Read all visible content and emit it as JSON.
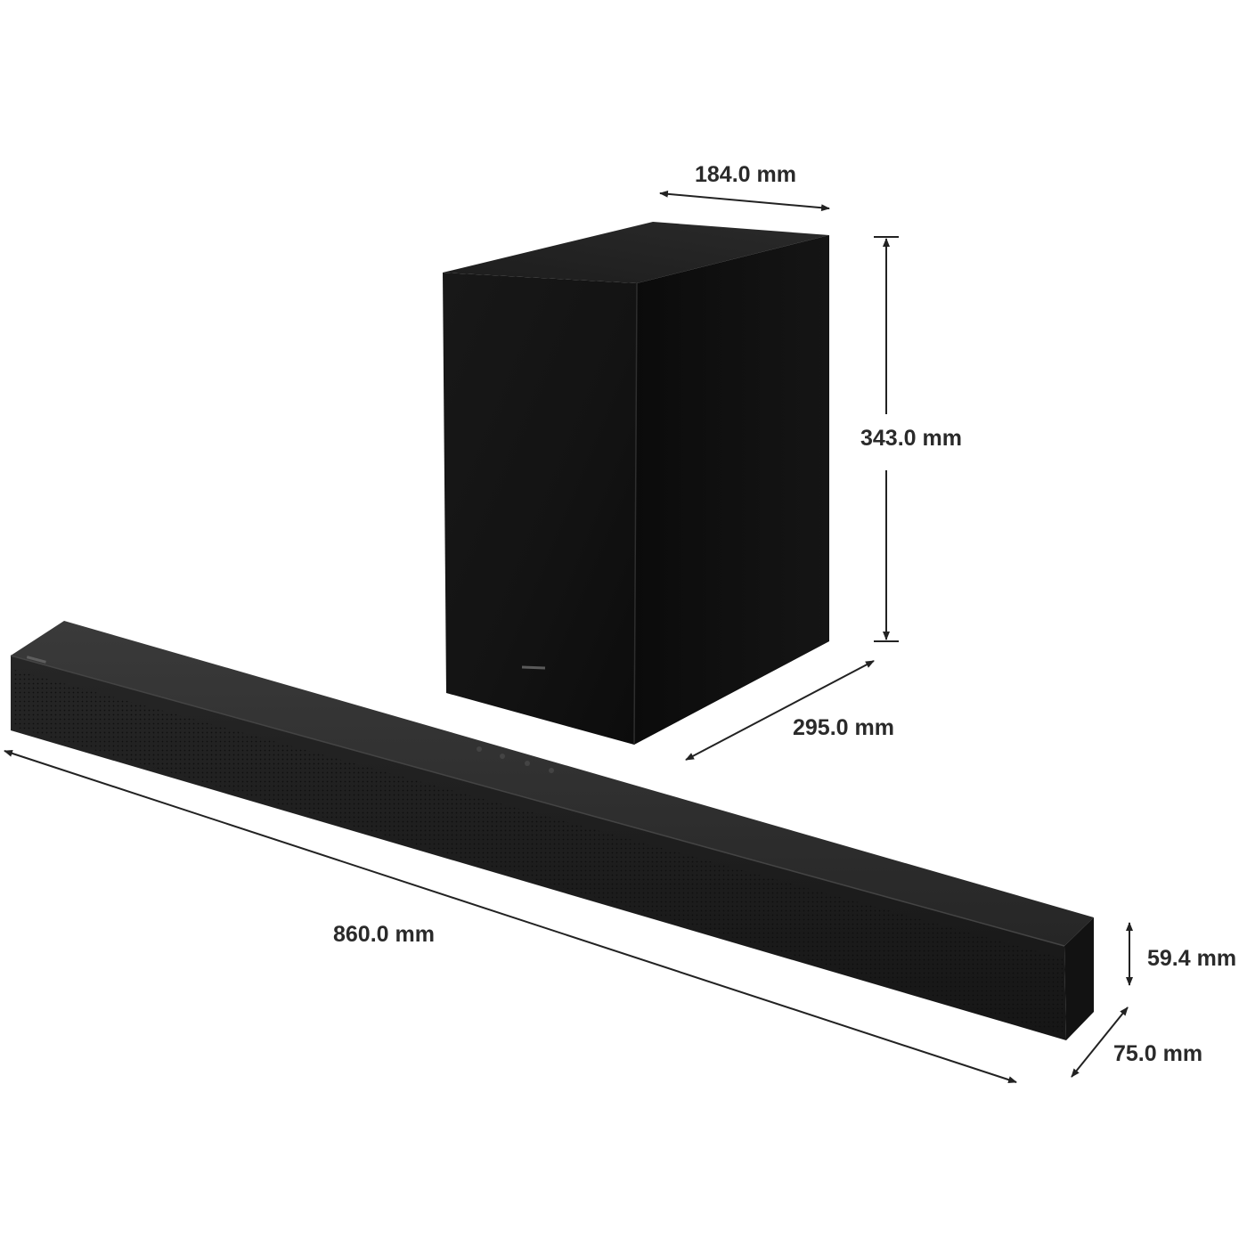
{
  "subwoofer": {
    "width_label": "184.0 mm",
    "height_label": "343.0 mm",
    "depth_label": "295.0 mm"
  },
  "soundbar": {
    "length_label": "860.0 mm",
    "height_label": "59.4 mm",
    "depth_label": "75.0 mm"
  },
  "colors": {
    "background": "#ffffff",
    "dimension_lines": "#222222",
    "product_body": "#1a1a1a"
  }
}
